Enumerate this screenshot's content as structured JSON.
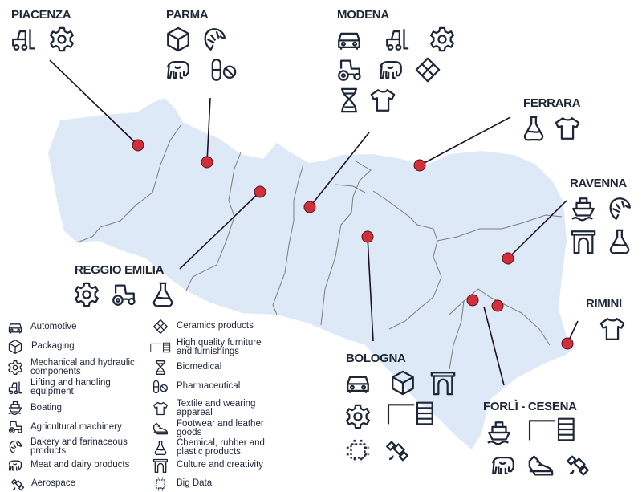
{
  "colors": {
    "region_fill": "#dde9f7",
    "border": "#7d7d7d",
    "dot": "#d12f3a",
    "text": "#1e2738"
  },
  "cities": {
    "piacenza": {
      "name": "PIACENZA",
      "icons": [
        "forklift-icon",
        "gear-icon"
      ]
    },
    "parma": {
      "name": "PARMA",
      "icons": [
        "box-icon",
        "croissant-icon",
        "cow-icon",
        "pills-icon"
      ]
    },
    "modena": {
      "name": "MODENA",
      "icons": [
        "car-icon",
        "forklift-icon",
        "gear-icon",
        "tractor-icon",
        "cow-icon",
        "tiles-icon",
        "dna-icon",
        "shirt-icon"
      ]
    },
    "ferrara": {
      "name": "FERRARA",
      "icons": [
        "flask-icon",
        "shirt-icon"
      ]
    },
    "ravenna": {
      "name": "RAVENNA",
      "icons": [
        "ship-icon",
        "croissant-icon",
        "arch-icon",
        "flask-icon"
      ]
    },
    "rimini": {
      "name": "RIMINI",
      "icons": [
        "shirt-icon"
      ]
    },
    "reggio": {
      "name": "REGGIO EMILIA",
      "icons": [
        "gear-icon",
        "tractor-icon",
        "flask-icon"
      ]
    },
    "bologna": {
      "name": "BOLOGNA",
      "icons": [
        "car-icon",
        "box-icon",
        "arch-icon",
        "gear-icon",
        "furniture-icon",
        "chip-icon",
        "satellite-icon"
      ]
    },
    "forli": {
      "name": "FORLÌ - CESENA",
      "icons": [
        "ship-icon",
        "furniture-icon",
        "cow-icon",
        "shoe-icon",
        "satellite-icon"
      ]
    }
  },
  "legend": [
    {
      "icon": "car-icon",
      "label": "Automotive"
    },
    {
      "icon": "box-icon",
      "label": "Packaging"
    },
    {
      "icon": "gear-icon",
      "label": "Mechanical and hydraulic components"
    },
    {
      "icon": "forklift-icon",
      "label": "Lifting and handling equipment"
    },
    {
      "icon": "ship-icon",
      "label": "Boating"
    },
    {
      "icon": "tractor-icon",
      "label": "Agricultural machinery"
    },
    {
      "icon": "croissant-icon",
      "label": "Bakery and farinaceous products"
    },
    {
      "icon": "cow-icon",
      "label": "Meat and dairy products"
    },
    {
      "icon": "satellite-icon",
      "label": "Aerospace"
    },
    {
      "icon": "tiles-icon",
      "label": "Ceramics products"
    },
    {
      "icon": "furniture-icon",
      "label": "High quality furniture and furnishings"
    },
    {
      "icon": "dna-icon",
      "label": "Biomedical"
    },
    {
      "icon": "pills-icon",
      "label": "Pharmaceutical"
    },
    {
      "icon": "shirt-icon",
      "label": "Textile and wearing appareal"
    },
    {
      "icon": "shoe-icon",
      "label": "Footwear and leather goods"
    },
    {
      "icon": "flask-icon",
      "label": "Chemical, rubber and plastic products"
    },
    {
      "icon": "arch-icon",
      "label": "Culture and creativity"
    },
    {
      "icon": "chip-icon",
      "label": "Big Data"
    }
  ]
}
